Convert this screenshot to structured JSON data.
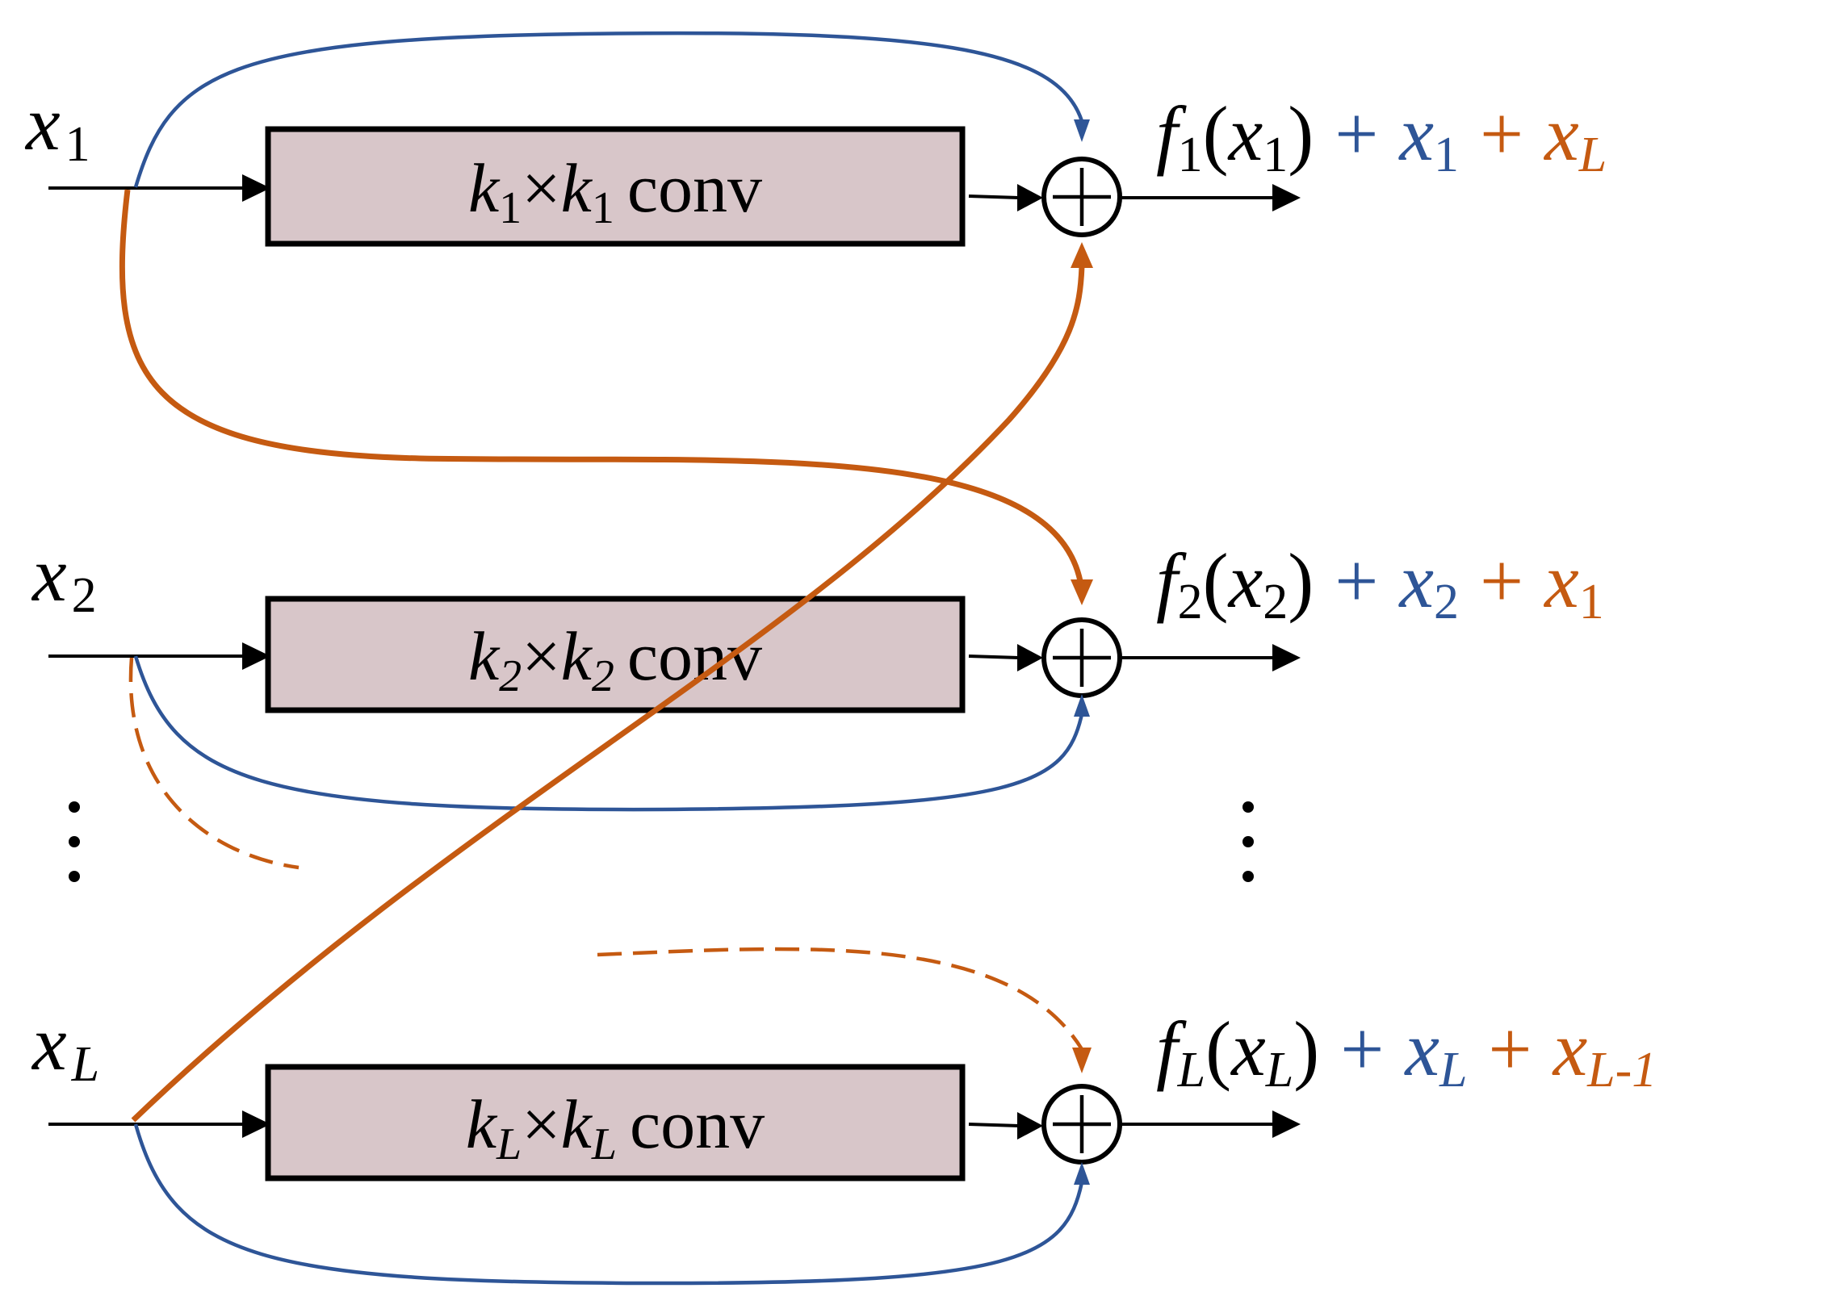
{
  "colors": {
    "skip_same_row": "#2e5597",
    "skip_cross_row": "#c55a11",
    "block_fill": "#d8c6c9",
    "line": "#000000"
  },
  "rows": [
    {
      "input": {
        "base": "x",
        "sub": "1"
      },
      "block": {
        "k1": "k",
        "k1_sub": "1",
        "times": "×",
        "k2": "k",
        "k2_sub": "1",
        "op": "conv"
      },
      "output": {
        "f": "f",
        "f_sub": "1",
        "open": "(",
        "arg": "x",
        "arg_sub": "1",
        "close": ")",
        "plus_a": "+",
        "term_a": "x",
        "term_a_sub": "1",
        "plus_b": "+",
        "term_b": "x",
        "term_b_sub": "L"
      }
    },
    {
      "input": {
        "base": "x",
        "sub": "2"
      },
      "block": {
        "k1": "k",
        "k1_sub": "2",
        "times": "×",
        "k2": "k",
        "k2_sub": "2",
        "op": "conv"
      },
      "output": {
        "f": "f",
        "f_sub": "2",
        "open": "(",
        "arg": "x",
        "arg_sub": "2",
        "close": ")",
        "plus_a": "+",
        "term_a": "x",
        "term_a_sub": "2",
        "plus_b": "+",
        "term_b": "x",
        "term_b_sub": "1"
      }
    },
    {
      "input": {
        "base": "x",
        "sub": "L"
      },
      "block": {
        "k1": "k",
        "k1_sub": "L",
        "times": "×",
        "k2": "k",
        "k2_sub": "L",
        "op": "conv"
      },
      "output": {
        "f": "f",
        "f_sub": "L",
        "open": "(",
        "arg": "x",
        "arg_sub": "L",
        "close": ")",
        "plus_a": "+",
        "term_a": "x",
        "term_a_sub": "L",
        "plus_b": "+",
        "term_b": "x",
        "term_b_sub": "L-1"
      }
    }
  ]
}
